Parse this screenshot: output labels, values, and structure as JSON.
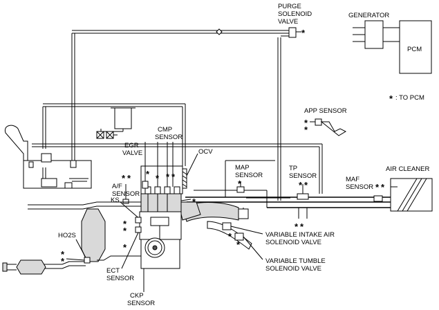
{
  "labels": {
    "purge_1": "PURGE",
    "purge_2": "SOLENOID",
    "purge_3": "VALVE",
    "generator": "GENERATOR",
    "pcm": "PCM",
    "to_pcm": ": TO PCM",
    "app_sensor": "APP SENSOR",
    "cmp_1": "CMP",
    "cmp_2": "SENSOR",
    "egr_1": "EGR",
    "egr_2": "VALVE",
    "ocv": "OCV",
    "af_1": "A/F",
    "af_2": "SENSOR",
    "map_1": "MAP",
    "map_2": "SENSOR",
    "tp_1": "TP",
    "tp_2": "SENSOR",
    "maf_1": "MAF",
    "maf_2": "SENSOR",
    "air_cleaner": "AIR CLEANER",
    "ks": "KS",
    "ho2s": "HO2S",
    "ect_1": "ECT",
    "ect_2": "SENSOR",
    "ckp_1": "CKP",
    "ckp_2": "SENSOR",
    "via_1": "VARIABLE INTAKE AIR",
    "via_2": "SOLENOID VALVE",
    "vt_1": "VARIABLE TUMBLE",
    "vt_2": "SOLENOID VALVE"
  },
  "asterisk": "*"
}
